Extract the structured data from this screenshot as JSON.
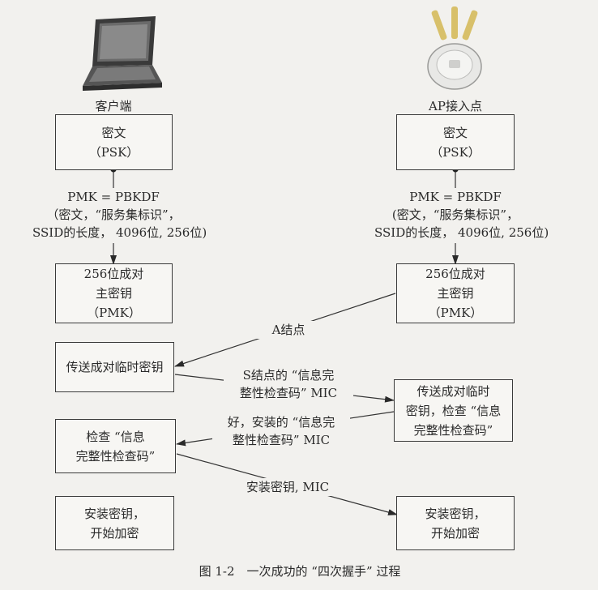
{
  "client": {
    "title": "客户端",
    "box_psk": [
      "密文",
      "（PSK）"
    ],
    "pmk_formula": [
      "PMK = PBKDF",
      "（密文，“服务集标识”，",
      "SSID的长度， 4096位, 256位)"
    ],
    "box_pmk": [
      "256位成对",
      "主密钥",
      "（PMK）"
    ],
    "box_ptk": [
      "传送成对临时密钥"
    ],
    "box_check": [
      "检查 “信息",
      "完整性检查码”"
    ],
    "box_install": [
      "安装密钥，",
      "开始加密"
    ]
  },
  "ap": {
    "title": "AP接入点",
    "box_psk": [
      "密文",
      "（PSK）"
    ],
    "pmk_formula": [
      "PMK = PBKDF",
      "(密文，“服务集标识”，",
      "SSID的长度， 4096位, 256位)"
    ],
    "box_pmk": [
      "256位成对",
      "主密钥",
      "（PMK）"
    ],
    "box_ptk": [
      "传送成对临时",
      "密钥，检查 “信息",
      "完整性检查码”"
    ],
    "box_install": [
      "安装密钥，",
      "开始加密"
    ]
  },
  "messages": {
    "m1": "A结点",
    "m2": [
      "S结点的 “信息完",
      "整性检查码” MIC"
    ],
    "m3": [
      "好，安装的 “信息完",
      "整性检查码” MIC"
    ],
    "m4": "安装密钥, MIC"
  },
  "caption": "图 1-2　一次成功的 “四次握手” 过程"
}
